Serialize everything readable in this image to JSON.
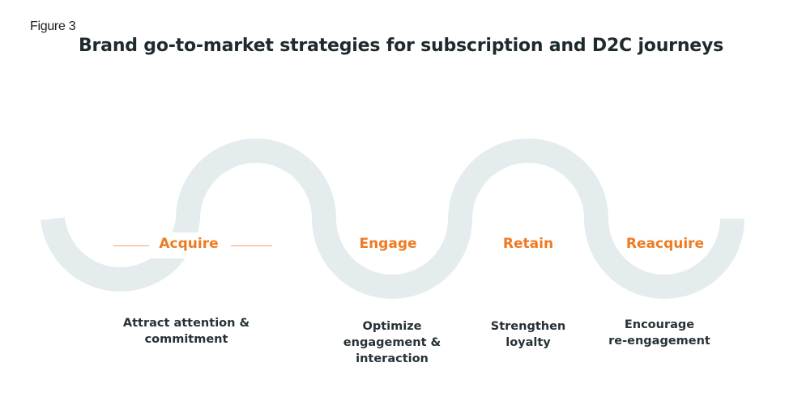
{
  "figure_label": "Figure 3",
  "title": "Brand go-to-market strategies for subscription and D2C journeys",
  "colors": {
    "wave": "#e4ecee",
    "accent": "#f07a22",
    "text": "#263238"
  },
  "stages": [
    {
      "label": "Acquire",
      "description": [
        "Attract attention &",
        "commitment"
      ]
    },
    {
      "label": "Engage",
      "description": [
        "Optimize",
        "engagement &",
        "interaction"
      ]
    },
    {
      "label": "Retain",
      "description": [
        "Strengthen",
        "loyalty"
      ]
    },
    {
      "label": "Reacquire",
      "description": [
        "Encourage",
        "re-engagement"
      ]
    }
  ]
}
